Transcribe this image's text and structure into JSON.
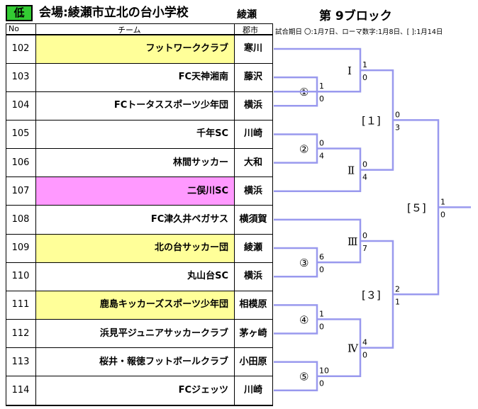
{
  "header": {
    "badge": "低",
    "venue": "会場:綾瀬市立北の台小学校",
    "city": "綾瀬",
    "block": "第 9ブロック"
  },
  "columns": {
    "no": "No",
    "team": "チーム",
    "city": "郡市"
  },
  "legend": "試合期日 〇:1月7日、ローマ数字:1月8日、[ ]:1月14日",
  "teams": [
    {
      "no": "102",
      "name": "フットワーククラブ",
      "city": "寒川",
      "highlight": "yellow"
    },
    {
      "no": "103",
      "name": "FC天神湘南",
      "city": "藤沢",
      "highlight": ""
    },
    {
      "no": "104",
      "name": "FCトータススポーツ少年団",
      "city": "横浜",
      "highlight": ""
    },
    {
      "no": "105",
      "name": "千年SC",
      "city": "川崎",
      "highlight": ""
    },
    {
      "no": "106",
      "name": "林間サッカー",
      "city": "大和",
      "highlight": ""
    },
    {
      "no": "107",
      "name": "二俣川SC",
      "city": "横浜",
      "highlight": "pink"
    },
    {
      "no": "108",
      "name": "FC津久井ペガサス",
      "city": "横須賀",
      "highlight": ""
    },
    {
      "no": "109",
      "name": "北の台サッカー団",
      "city": "綾瀬",
      "highlight": "yellow"
    },
    {
      "no": "110",
      "name": "丸山台SC",
      "city": "横浜",
      "highlight": ""
    },
    {
      "no": "111",
      "name": "鹿島キッカーズスポーツ少年団",
      "city": "相模原",
      "highlight": "yellow"
    },
    {
      "no": "112",
      "name": "浜見平ジュニアサッカークラブ",
      "city": "茅ヶ崎",
      "highlight": ""
    },
    {
      "no": "113",
      "name": "桜井・報徳フットボールクラブ",
      "city": "小田原",
      "highlight": ""
    },
    {
      "no": "114",
      "name": "FCジェッツ",
      "city": "川崎",
      "highlight": ""
    }
  ],
  "matches": [
    {
      "label": "①",
      "top": "1",
      "bottom": "0"
    },
    {
      "label": "②",
      "top": "0",
      "bottom": "4"
    },
    {
      "label": "③",
      "top": "6",
      "bottom": "0"
    },
    {
      "label": "④",
      "top": "1",
      "bottom": "0"
    },
    {
      "label": "⑤",
      "top": "10",
      "bottom": "0"
    },
    {
      "label": "Ⅰ",
      "top": "1",
      "bottom": "0"
    },
    {
      "label": "Ⅱ",
      "top": "0",
      "bottom": "4"
    },
    {
      "label": "Ⅲ",
      "top": "0",
      "bottom": "7"
    },
    {
      "label": "Ⅳ",
      "top": "4",
      "bottom": "0"
    },
    {
      "label": "[１]",
      "top": "0",
      "bottom": "3"
    },
    {
      "label": "[３]",
      "top": "2",
      "bottom": "1"
    },
    {
      "label": "[５]",
      "top": "1",
      "bottom": "0"
    }
  ]
}
